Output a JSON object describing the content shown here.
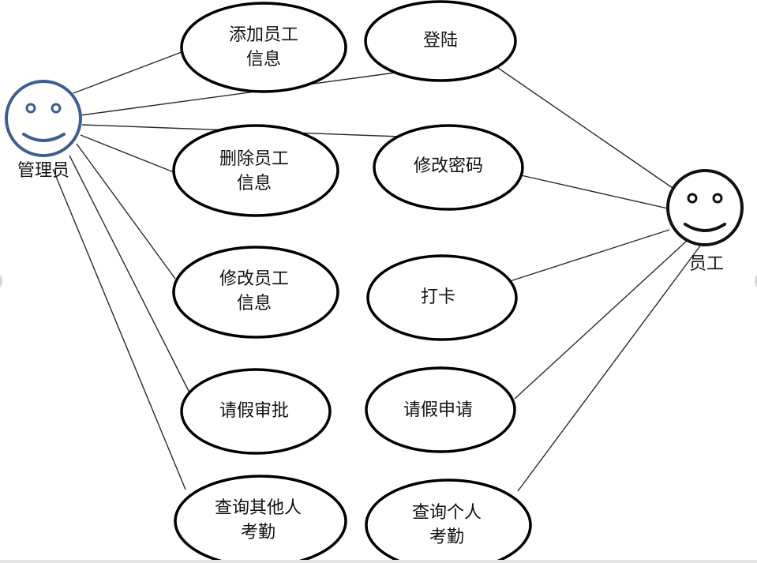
{
  "actors": {
    "admin": {
      "label": "管理员"
    },
    "employee": {
      "label": "员工"
    }
  },
  "use_cases": {
    "add_employee": {
      "line1": "添加员工",
      "line2": "信息"
    },
    "login": {
      "line1": "登陆",
      "line2": ""
    },
    "delete_employee": {
      "line1": "删除员工",
      "line2": "信息"
    },
    "change_password": {
      "line1": "修改密码",
      "line2": ""
    },
    "edit_employee": {
      "line1": "修改员工",
      "line2": "信息"
    },
    "clock_in": {
      "line1": "打卡",
      "line2": ""
    },
    "approve_leave": {
      "line1": "请假审批",
      "line2": ""
    },
    "apply_leave": {
      "line1": "请假申请",
      "line2": ""
    },
    "query_others": {
      "line1": "查询其他人",
      "line2": "考勤"
    },
    "query_own": {
      "line1": "查询个人",
      "line2": "考勤"
    }
  },
  "colors": {
    "admin_actor": "#3d5f8f",
    "employee_actor": "#111111",
    "line": "#2a2a2a"
  }
}
